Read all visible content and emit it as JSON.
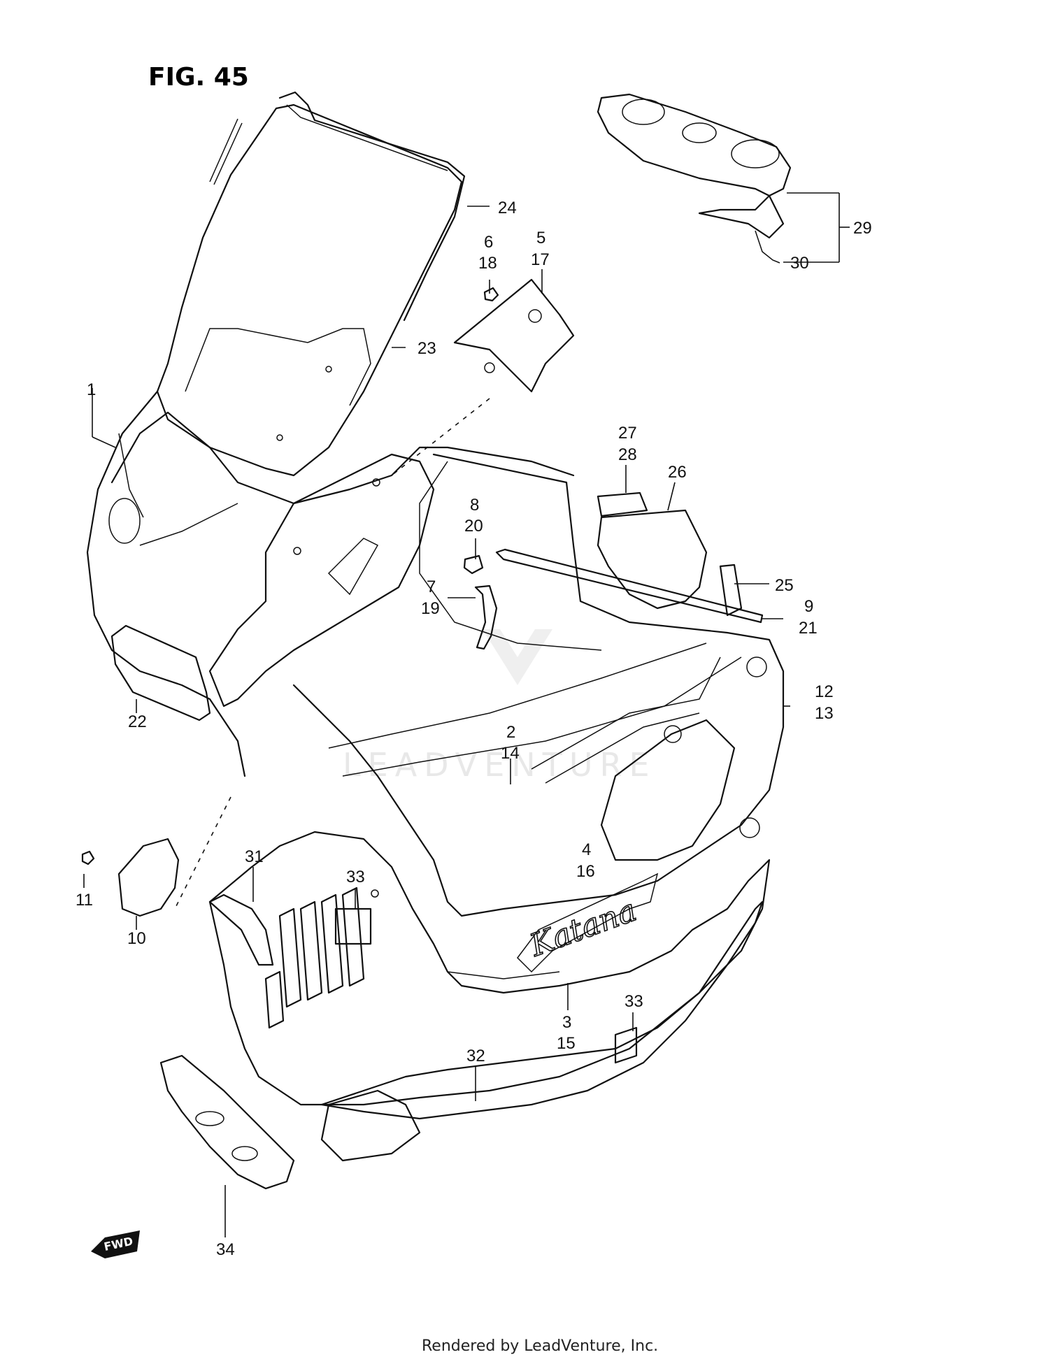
{
  "figure": {
    "title": "FIG. 45"
  },
  "watermark": {
    "text": "LEADVENTURE"
  },
  "footer": {
    "text": "Rendered by LeadVenture, Inc."
  },
  "decal": {
    "text": "Katana"
  },
  "fwd_badge": {
    "text": "FWD"
  },
  "callouts": {
    "c1": "1",
    "c2": "2",
    "c14": "14",
    "c3": "3",
    "c15": "15",
    "c4": "4",
    "c16": "16",
    "c5": "5",
    "c17": "17",
    "c6": "6",
    "c18": "18",
    "c7": "7",
    "c19": "19",
    "c8": "8",
    "c20": "20",
    "c9": "9",
    "c21": "21",
    "c10": "10",
    "c11": "11",
    "c12": "12",
    "c13": "13",
    "c22": "22",
    "c23": "23",
    "c24": "24",
    "c25": "25",
    "c26": "26",
    "c27": "27",
    "c28": "28",
    "c29": "29",
    "c30": "30",
    "c31": "31",
    "c32": "32",
    "c33a": "33",
    "c33b": "33",
    "c34": "34"
  },
  "colors": {
    "line": "#111111",
    "background": "#ffffff",
    "watermark": "#e8e8e8"
  }
}
